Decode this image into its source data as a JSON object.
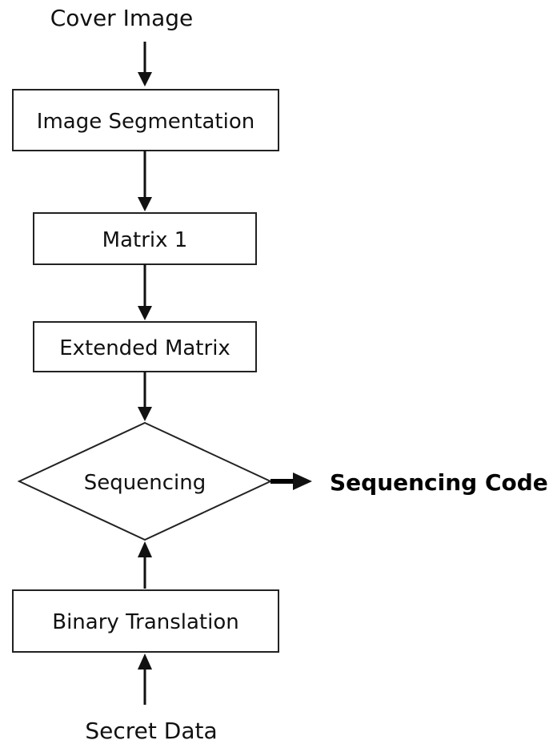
{
  "diagram": {
    "input_top": "Cover Image",
    "step_segmentation": "Image Segmentation",
    "step_matrix1": "Matrix 1",
    "step_extended": "Extended Matrix",
    "decision_sequencing": "Sequencing",
    "output_code": "Sequencing Code",
    "step_binary": "Binary Translation",
    "input_bottom": "Secret Data"
  }
}
